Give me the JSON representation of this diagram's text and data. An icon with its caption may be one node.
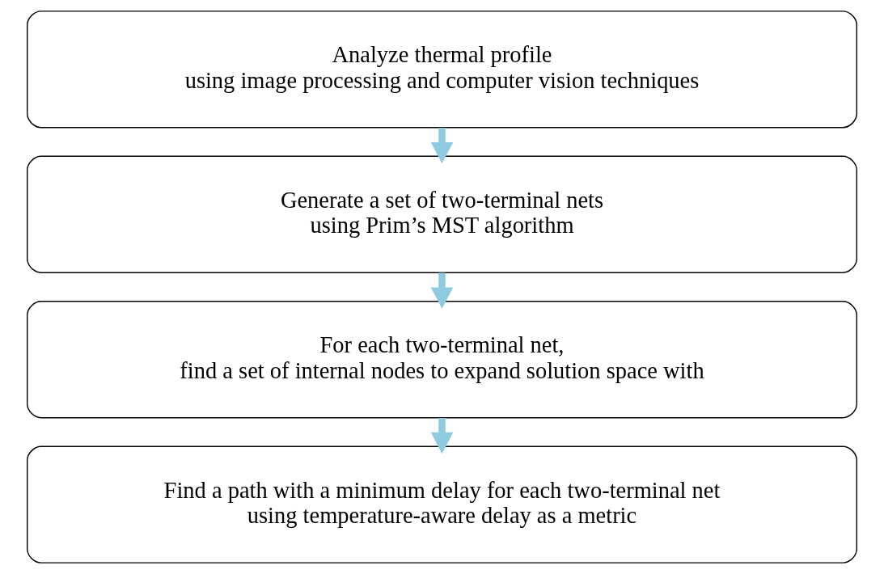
{
  "diagram": {
    "nodes": [
      {
        "text": [
          "Analyze thermal profile",
          "using image processing and computer vision techniques"
        ]
      },
      {
        "text": [
          "Generate a set of two-terminal nets",
          "using Prim’s MST algorithm"
        ]
      },
      {
        "text": [
          "For each two-terminal net,",
          "find a set of internal nodes to expand solution space with"
        ]
      },
      {
        "text": [
          "Find a path with a minimum delay for each two-terminal net",
          "using temperature-aware delay as a metric"
        ]
      }
    ],
    "edges": [
      {
        "from": 0,
        "to": 1,
        "arrow": "to"
      },
      {
        "from": 1,
        "to": 2,
        "arrow": "to"
      },
      {
        "from": 2,
        "to": 3,
        "arrow": "to"
      }
    ]
  }
}
